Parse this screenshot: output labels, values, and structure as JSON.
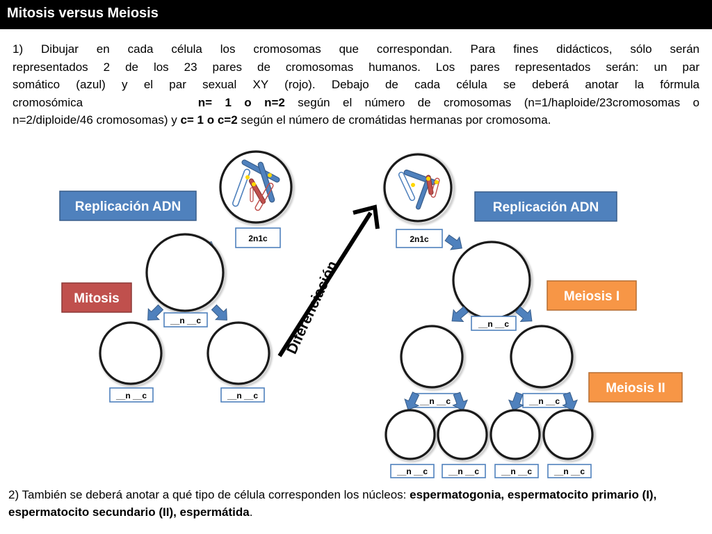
{
  "header": {
    "title": "Mitosis versus Meiosis"
  },
  "instructions": {
    "p1_line1": "1) Dibujar en cada célula los cromosomas que correspondan. Para fines didácticos, sólo serán",
    "p1_line2": "representados 2 de los 23 pares de cromosomas humanos.  Los pares representados serán: un par",
    "p1_line3": "somático (azul) y el par sexual XY (rojo).  Debajo de cada célula se deberá anotar la fórmula",
    "p1_line4_a": "cromosómica",
    "p1_line4_b": "n= 1 o n=2",
    "p1_line4_c": "según el número de cromosomas (n=1/haploide/23cromosomas o",
    "p1_line5_a": "n=2/diploide/46 cromosomas) y ",
    "p1_line5_b": "c= 1 o c=2",
    "p1_line5_c": " según el número de cromátidas hermanas por cromosoma.",
    "p2_a": "2) También se deberá anotar a qué tipo de célula corresponden los núcleos: ",
    "p2_b": "espermatogonia, espermatocito primario (I), espermatocito secundario (II), espermátida",
    "p2_c": "."
  },
  "diagram": {
    "replication_label": "Replicación ADN",
    "mitosis_label": "Mitosis",
    "meiosis1_label": "Meiosis I",
    "meiosis2_label": "Meiosis II",
    "differentiation_label": "Diferenciación",
    "start_formula": "2n1c",
    "blank_formula": "__n __c"
  },
  "colors": {
    "step_blue": "#4f81bd",
    "step_red": "#c0504d",
    "step_orange": "#f79646",
    "somatic_chromosome": "#4f81bd",
    "sex_chromosome": "#c0504d",
    "centromere": "#ffd700"
  }
}
